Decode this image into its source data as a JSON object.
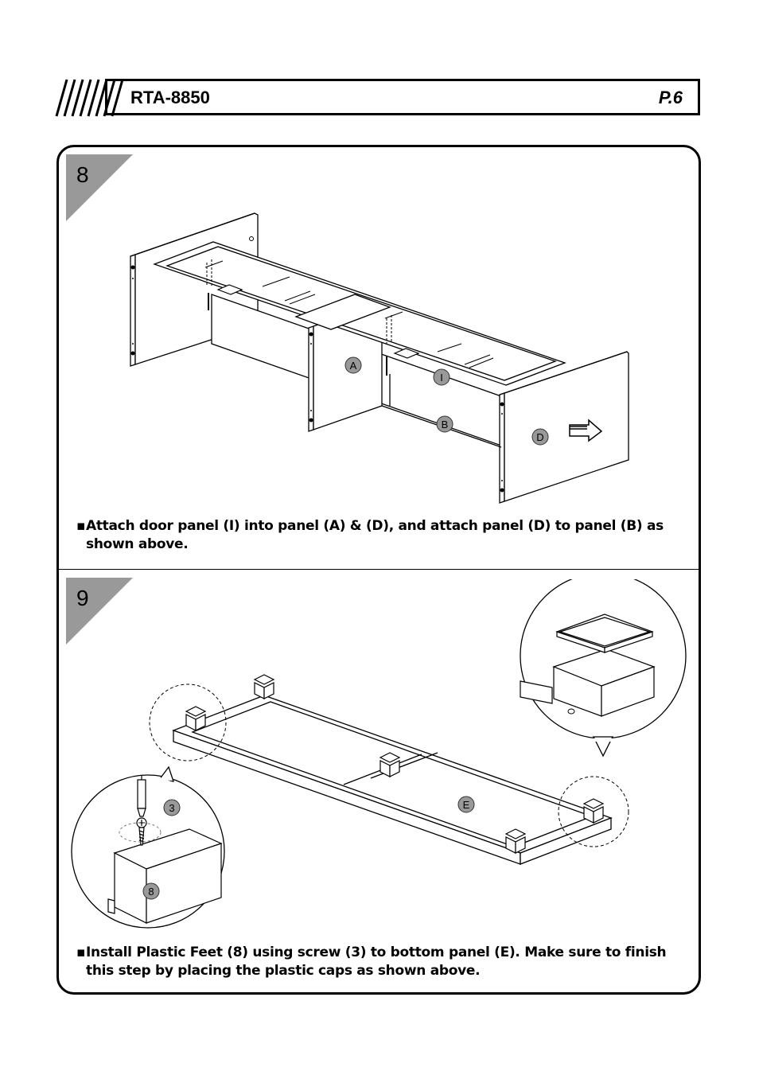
{
  "header": {
    "model": "RTA-8850",
    "page": "P.6"
  },
  "steps": [
    {
      "number": "8",
      "instruction": "Attach door panel (I) into panel (A) & (D), and attach panel (D) to panel (B) as shown above.",
      "part_labels": [
        "A",
        "I",
        "B",
        "D"
      ]
    },
    {
      "number": "9",
      "instruction": "Install Plastic Feet (8) using screw (3) to bottom panel (E). Make sure to finish this step by placing the plastic caps as shown above.",
      "part_labels": [
        "E",
        "3",
        "8"
      ]
    }
  ],
  "bullet": "▪",
  "icons": [
    "header-stripes-logo",
    "step-corner-triangle",
    "push-arrow-icon",
    "screwdriver-icon",
    "screw-icon"
  ]
}
